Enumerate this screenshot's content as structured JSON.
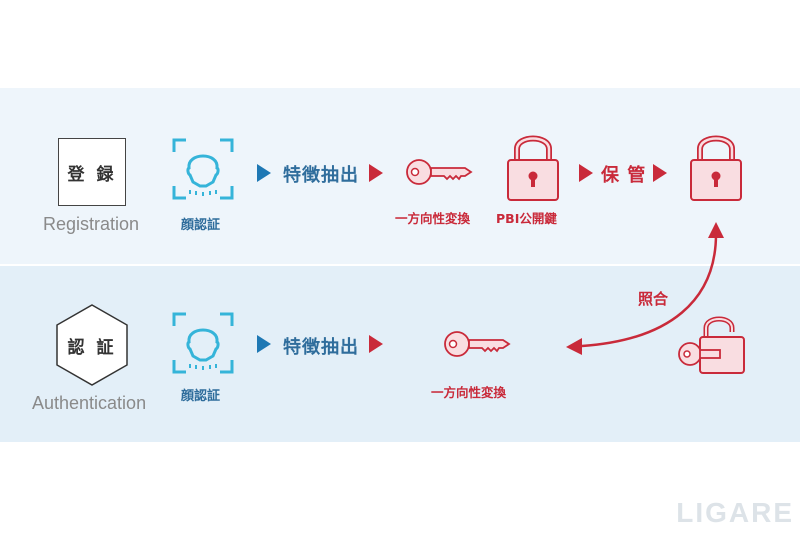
{
  "registration": {
    "label": "登 録",
    "caption": "Registration",
    "face_label": "顔認証",
    "step1": "特徴抽出",
    "key_label": "一方向性変換",
    "lock_label": "PBI公開鍵",
    "step2": "保 管"
  },
  "authentication": {
    "label": "認 証",
    "caption": "Authentication",
    "face_label": "顔認証",
    "step1": "特徴抽出",
    "key_label": "一方向性変換"
  },
  "match_label": "照合",
  "watermark": "LIGARE",
  "colors": {
    "blue": "#1e78b4",
    "red": "#c92a3a",
    "cyan": "#35b4d9",
    "pink_fill": "#f9dde1"
  },
  "icons": [
    "face-scan-icon",
    "key-icon",
    "padlock-icon",
    "unlocked-padlock-with-key-icon"
  ]
}
